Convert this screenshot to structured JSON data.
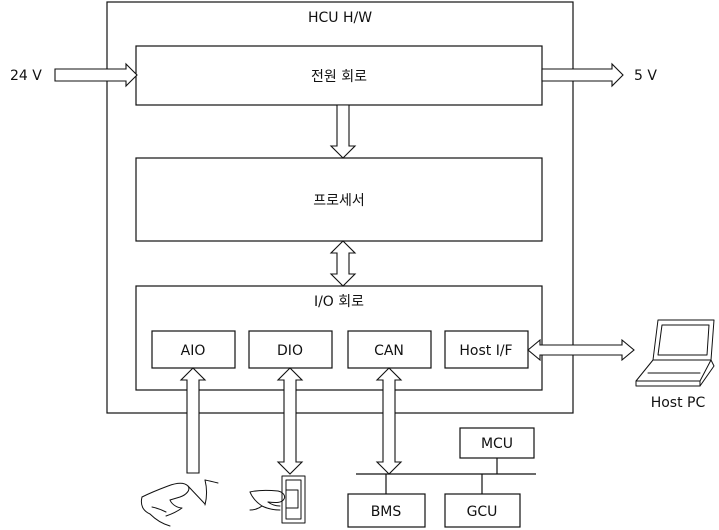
{
  "hcu": {
    "title": "HCU H/W"
  },
  "inputs": {
    "voltage_in": "24 V",
    "voltage_out": "5 V"
  },
  "blocks": {
    "power": "전원 회로",
    "processor": "프로세서",
    "io": "I/O 회로"
  },
  "io_modules": {
    "aio": "AIO",
    "dio": "DIO",
    "can": "CAN",
    "host_if": "Host I/F"
  },
  "external": {
    "host_pc": "Host PC",
    "mcu": "MCU",
    "bms": "BMS",
    "gcu": "GCU"
  },
  "icons": [
    "hand-pedal-icon",
    "hand-switch-icon",
    "laptop-icon"
  ]
}
